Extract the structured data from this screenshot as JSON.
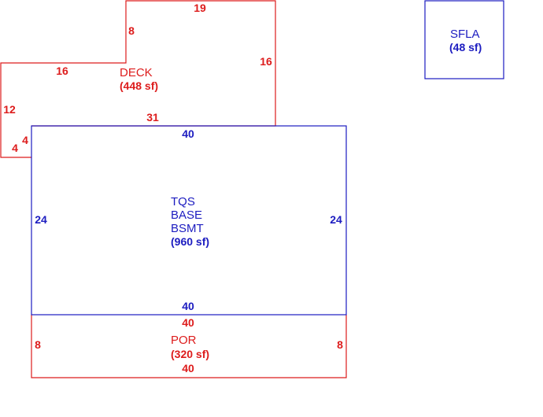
{
  "colors": {
    "deck": "#dd1c1c",
    "porch": "#dd1c1c",
    "basement": "#1c1cc0",
    "sfla": "#1c1cc0",
    "background": "#ffffff"
  },
  "deck": {
    "name": "DECK",
    "area": "(448 sf)",
    "dims": {
      "top": "19",
      "step_left": "8",
      "upper_left": "16",
      "right": "16",
      "left": "12",
      "bottom": "31",
      "notch_horizontal": "4",
      "notch_vertical": "4"
    }
  },
  "basement": {
    "name_lines": [
      "TQS",
      "BASE",
      "BSMT"
    ],
    "area": "(960 sf)",
    "dims": {
      "top": "40",
      "bottom": "40",
      "left": "24",
      "right": "24"
    }
  },
  "porch": {
    "name": "POR",
    "area": "(320 sf)",
    "dims": {
      "top": "40",
      "bottom": "40",
      "left": "8",
      "right": "8"
    }
  },
  "sfla": {
    "name": "SFLA",
    "area": "(48 sf)"
  }
}
